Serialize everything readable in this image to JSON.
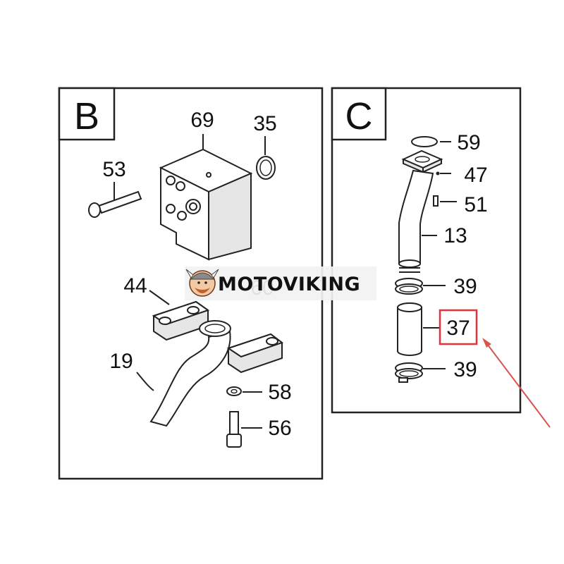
{
  "panels": {
    "b": {
      "letter": "B",
      "callouts": {
        "p69": "69",
        "p35": "35",
        "p53": "53",
        "p44": "44",
        "p19": "19",
        "p58": "58",
        "p56": "56",
        "p60": "60"
      }
    },
    "c": {
      "letter": "C",
      "callouts": {
        "p59": "59",
        "p47": "47",
        "p51": "51",
        "p13": "13",
        "p39a": "39",
        "p37": "37",
        "p39b": "39"
      }
    }
  },
  "watermark": {
    "text": "MOTOVIKING"
  },
  "colors": {
    "line": "#222222",
    "highlight": "#e3343a",
    "arrow": "#d9534f",
    "shade": "#e6e6e6"
  },
  "icons": {
    "watermark_logo": "viking-mascot-icon"
  }
}
